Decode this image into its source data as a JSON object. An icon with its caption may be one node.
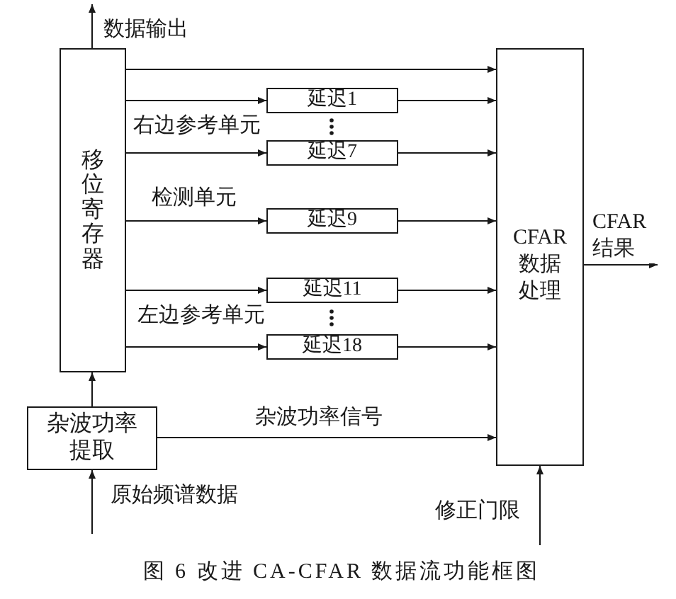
{
  "diagram": {
    "caption": "图 6 改进 CA-CFAR 数据流功能框图",
    "nodes": [
      {
        "text": [
          "移位寄存器"
        ]
      },
      {
        "text": [
          "延迟1"
        ]
      },
      {
        "text": [
          "延迟7"
        ]
      },
      {
        "text": [
          "延迟9"
        ]
      },
      {
        "text": [
          "延迟11"
        ]
      },
      {
        "text": [
          "延迟18"
        ]
      },
      {
        "text": [
          "CFAR数据处理"
        ]
      },
      {
        "text": [
          "杂波功率提取"
        ]
      }
    ],
    "edges": [
      {
        "from": 0,
        "to": null,
        "arrow": "to",
        "label": "数据输出"
      },
      {
        "from": 0,
        "to": 6,
        "arrow": "to"
      },
      {
        "from": 0,
        "to": 1,
        "arrow": "to"
      },
      {
        "from": 1,
        "to": 6,
        "arrow": "to"
      },
      {
        "from": 0,
        "to": 2,
        "arrow": "to"
      },
      {
        "from": 2,
        "to": 6,
        "arrow": "to"
      },
      {
        "from": 0,
        "to": 3,
        "arrow": "to"
      },
      {
        "from": 3,
        "to": 6,
        "arrow": "to"
      },
      {
        "from": 0,
        "to": 4,
        "arrow": "to"
      },
      {
        "from": 4,
        "to": 6,
        "arrow": "to"
      },
      {
        "from": 0,
        "to": 5,
        "arrow": "to"
      },
      {
        "from": 5,
        "to": 6,
        "arrow": "to"
      },
      {
        "from": 7,
        "to": 0,
        "arrow": "to"
      },
      {
        "from": 7,
        "to": 6,
        "arrow": "to",
        "label": "杂波功率信号"
      },
      {
        "from": null,
        "to": 7,
        "arrow": "to",
        "label": "原始频谱数据"
      },
      {
        "from": null,
        "to": 6,
        "arrow": "to",
        "label": "修正门限"
      },
      {
        "from": 6,
        "to": null,
        "arrow": "to",
        "label": "CFAR结果"
      }
    ],
    "labels": [
      "右边参考单元",
      "检测单元",
      "左边参考单元"
    ]
  }
}
